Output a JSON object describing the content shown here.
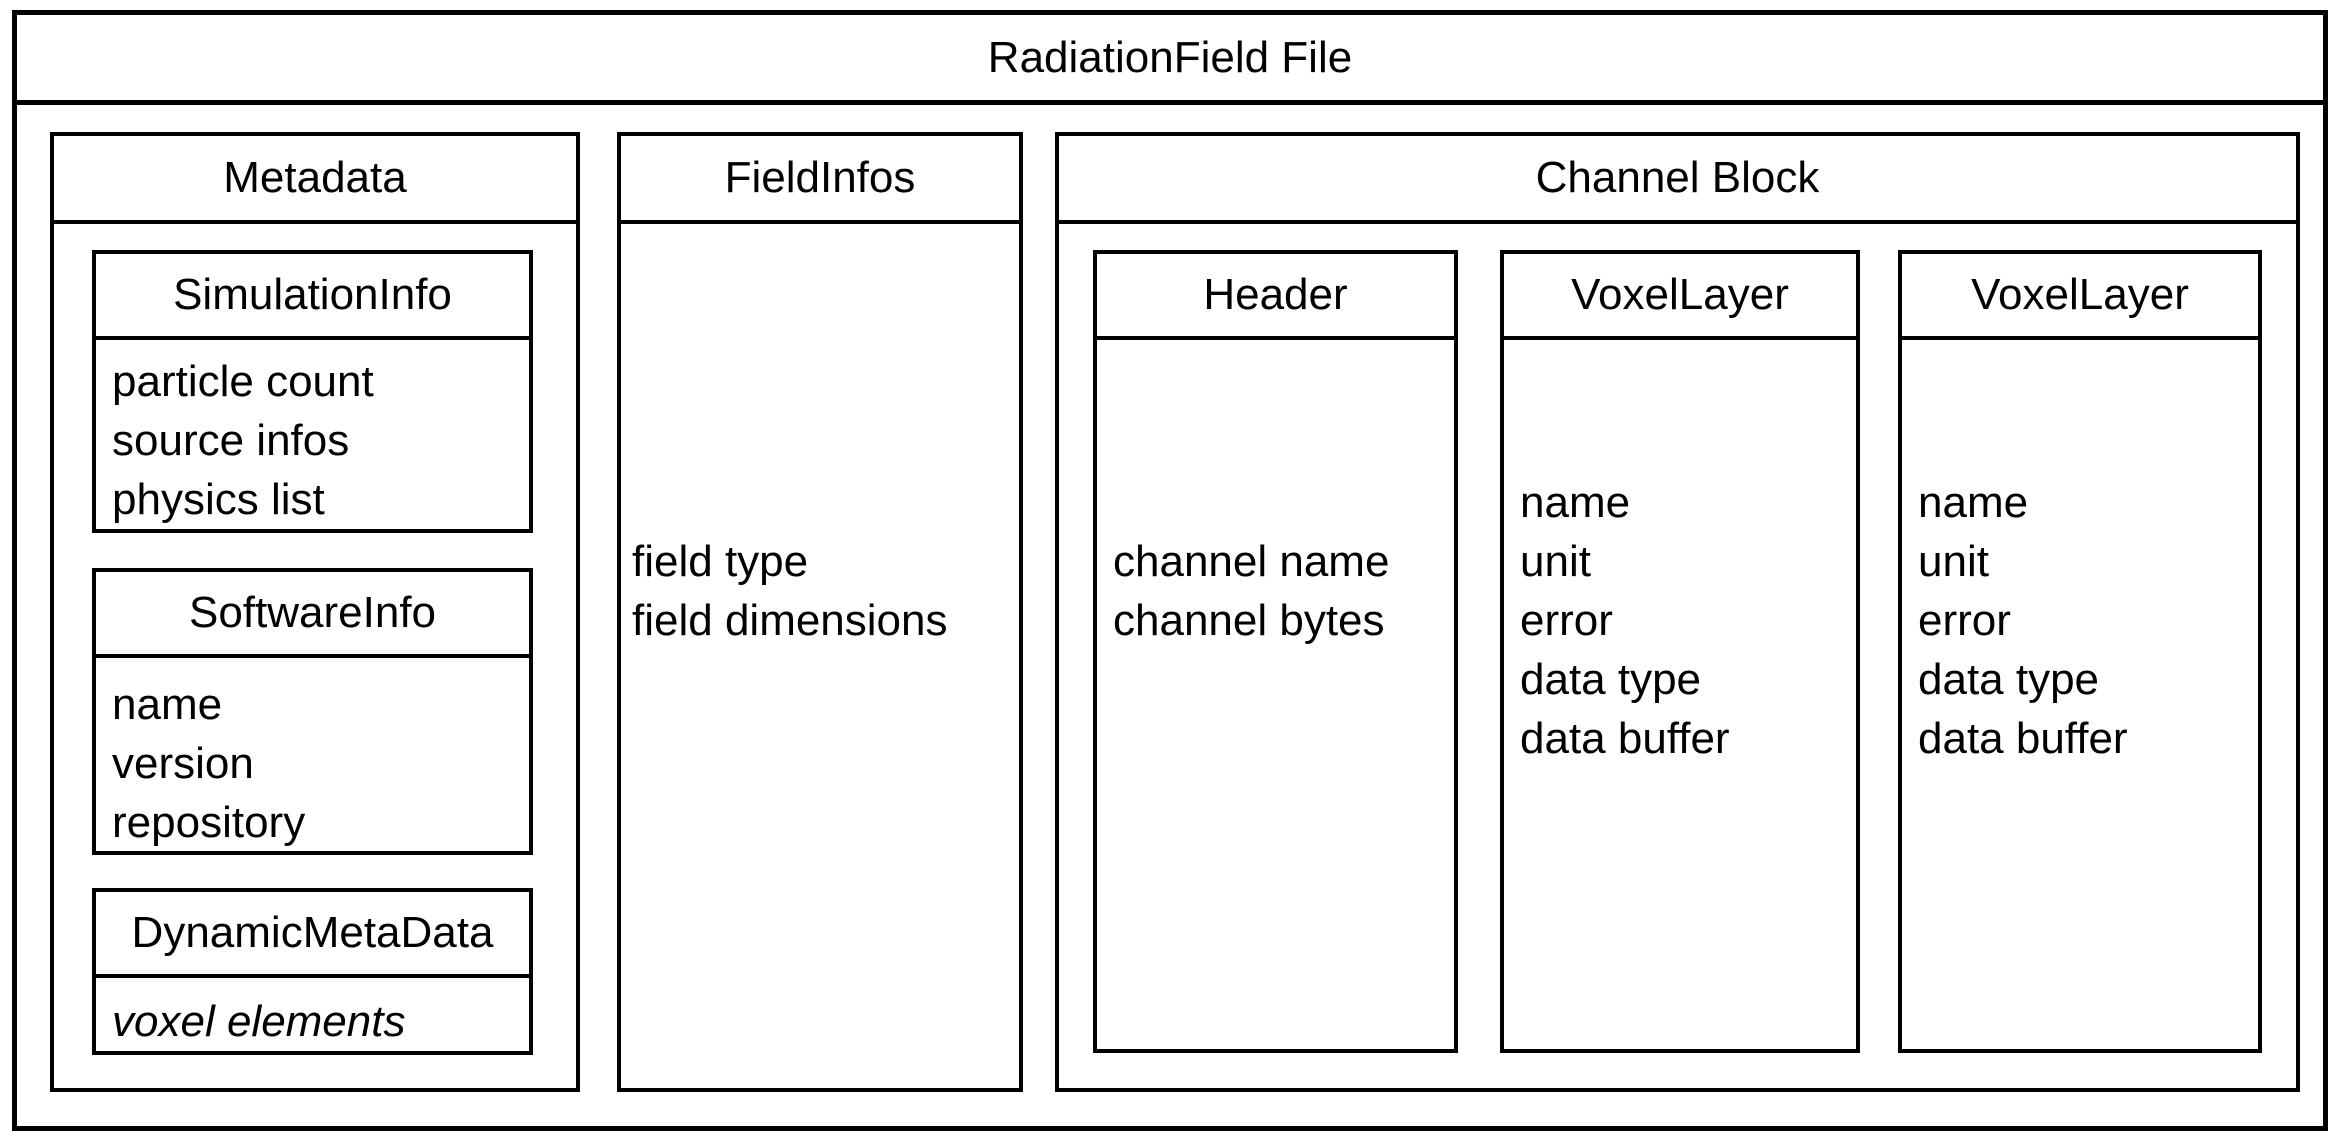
{
  "file": {
    "title": "RadiationField File"
  },
  "metadata": {
    "title": "Metadata",
    "simulation_info": {
      "title": "SimulationInfo",
      "items": [
        "particle count",
        "source infos",
        "physics list"
      ]
    },
    "software_info": {
      "title": "SoftwareInfo",
      "items": [
        "name",
        "version",
        "repository"
      ]
    },
    "dynamic_meta_data": {
      "title": "DynamicMetaData",
      "items": [
        "voxel elements"
      ]
    }
  },
  "field_infos": {
    "title": "FieldInfos",
    "items": [
      "field type",
      "field dimensions"
    ]
  },
  "channel_block": {
    "title": "Channel Block",
    "header": {
      "title": "Header",
      "items": [
        "channel name",
        "channel bytes"
      ]
    },
    "voxel_layer_1": {
      "title": "VoxelLayer",
      "items": [
        "name",
        "unit",
        "error",
        "data type",
        "data buffer"
      ]
    },
    "voxel_layer_2": {
      "title": "VoxelLayer",
      "items": [
        "name",
        "unit",
        "error",
        "data type",
        "data buffer"
      ]
    }
  },
  "colors": {
    "line": "#000000",
    "background": "#ffffff"
  }
}
